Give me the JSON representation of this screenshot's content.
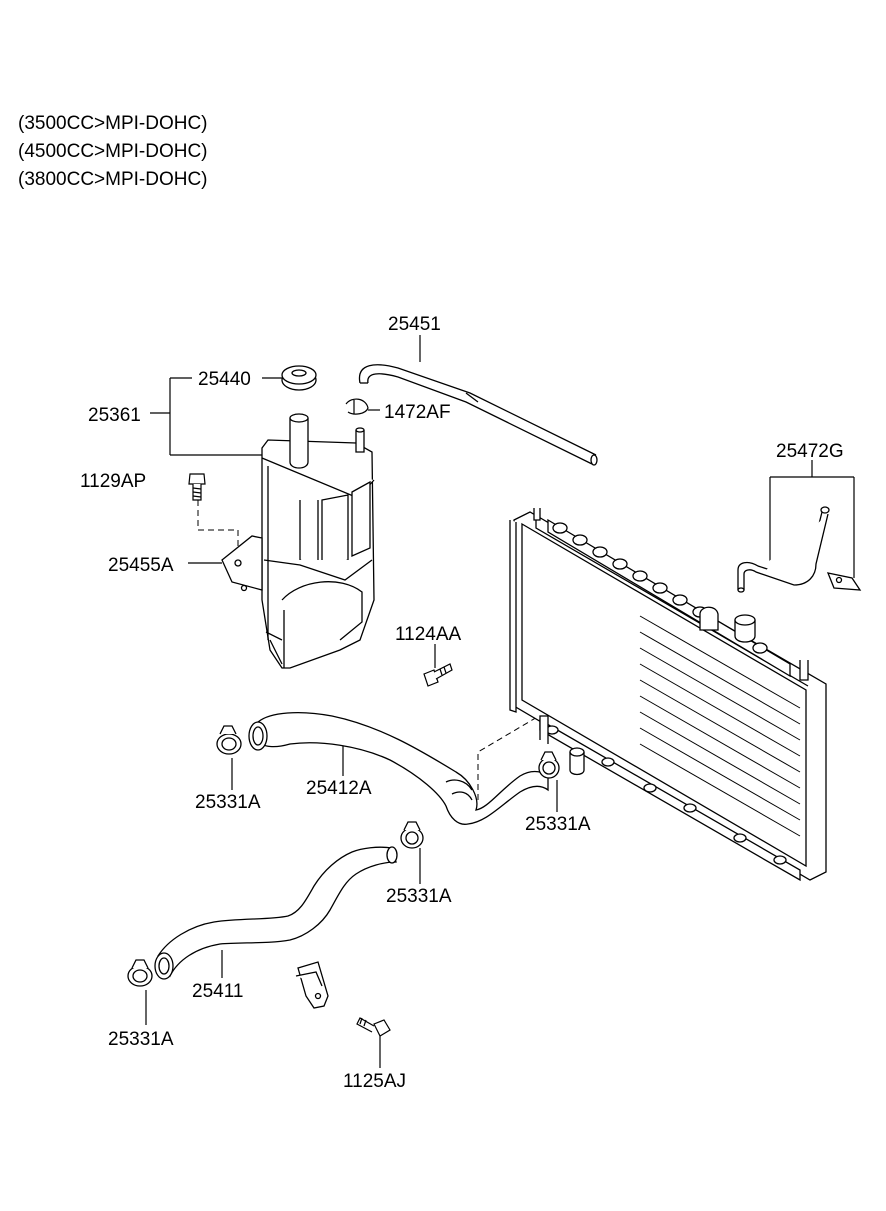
{
  "notes": [
    "(3500CC>MPI-DOHC)",
    "(4500CC>MPI-DOHC)",
    "(3800CC>MPI-DOHC)"
  ],
  "parts": {
    "p25451": "25451",
    "p25440": "25440",
    "p25361": "25361",
    "p1472AF": "1472AF",
    "p1129AP": "1129AP",
    "p25455A": "25455A",
    "p25472G": "25472G",
    "p1124AA": "1124AA",
    "p25331A_a": "25331A",
    "p25412A": "25412A",
    "p25331A_b": "25331A",
    "p25331A_c": "25331A",
    "p25411": "25411",
    "p25331A_d": "25331A",
    "p1125AJ": "1125AJ"
  }
}
